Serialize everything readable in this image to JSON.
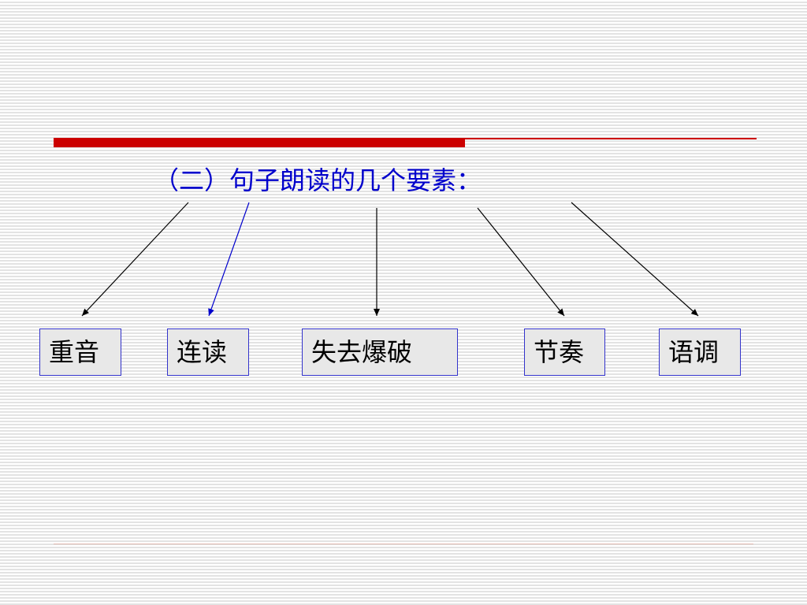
{
  "title": "（二）句子朗读的几个要素：",
  "elements": [
    {
      "label": "重音"
    },
    {
      "label": "连读"
    },
    {
      "label": "失去爆破"
    },
    {
      "label": "节奏"
    },
    {
      "label": "语调"
    }
  ],
  "colors": {
    "title_text": "#0000cc",
    "accent_bar": "#cc0000",
    "box_border": "#3333cc",
    "box_fill": "#e8e8e8",
    "arrow_default": "#000000",
    "arrow_highlight": "#0000cc"
  }
}
